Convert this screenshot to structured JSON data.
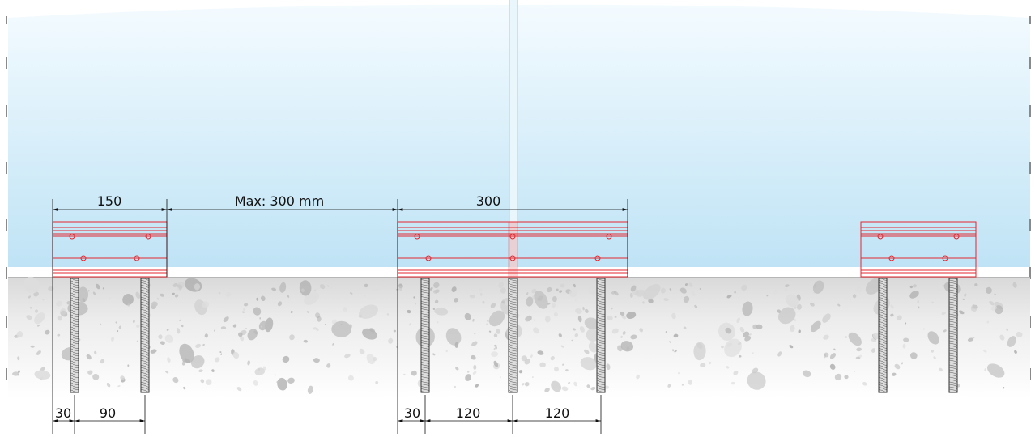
{
  "diagram": {
    "labels": {
      "left_bracket_width": "150",
      "gap_between_brackets": "Max: 300 mm",
      "center_bracket_width": "300",
      "left_edge_to_first_bolt": "30",
      "left_bolt_spacing": "90",
      "center_edge_to_first_bolt": "30",
      "center_bolt_spacing_1": "120",
      "center_bolt_spacing_2": "120"
    },
    "components": [
      "glass-panel",
      "concrete-base",
      "bracket-left",
      "bracket-center",
      "bracket-right",
      "anchor-bolts"
    ],
    "colors": {
      "glass_top": "#f4fbff",
      "glass_bottom": "#bfe3f5",
      "bracket": "#e3262e",
      "bolt_fill": "#d6d6d6",
      "bolt_stroke": "#333333",
      "concrete": "#eeeeee",
      "stone": "#c8c8c8",
      "dimension": "#111111"
    }
  }
}
